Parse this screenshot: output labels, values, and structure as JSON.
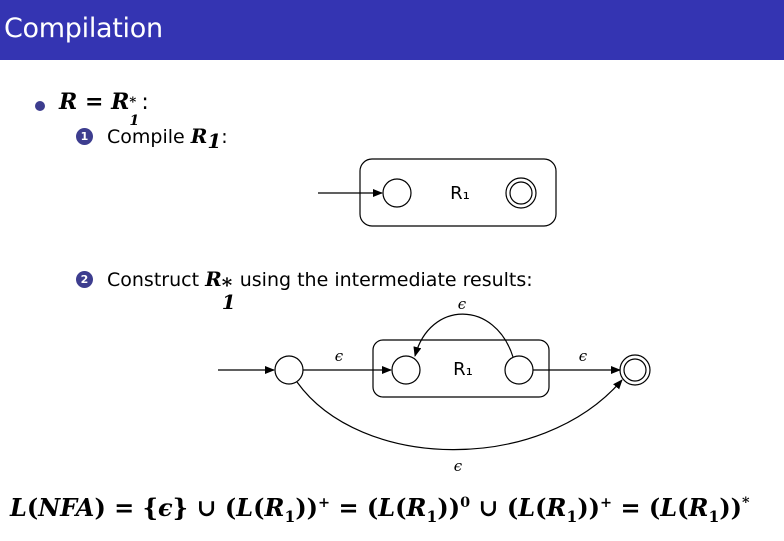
{
  "slide": {
    "title": "Compilation"
  },
  "bullet": {
    "lhs": "R",
    "eq": " = ",
    "rhs_base": "R",
    "rhs_sub": "1",
    "rhs_sup": "*",
    "colon": ":"
  },
  "step1": {
    "number": "1",
    "text": "Compile ",
    "math_base": "R",
    "math_sub": "1",
    "suffix": ":"
  },
  "step2": {
    "number": "2",
    "text": "Construct ",
    "math_base": "R",
    "math_sub": "1",
    "math_sup": "*",
    "suffix": " using the intermediate results:"
  },
  "diagram1": {
    "box_label": "R₁"
  },
  "diagram2": {
    "box_label": "R₁",
    "epsilon_top": "ϵ",
    "epsilon_left": "ϵ",
    "epsilon_right": "ϵ",
    "epsilon_bottom": "ϵ"
  },
  "formula": {
    "text_parts": [
      "L",
      "(",
      "NFA",
      ") = {",
      "ϵ",
      "} ∪ (",
      "L",
      "(",
      "R",
      "1",
      "))",
      "+",
      " = (",
      "L",
      "(",
      "R",
      "1",
      "))",
      "0",
      " ∪ (",
      "L",
      "(",
      "R",
      "1",
      "))",
      "+",
      " = (",
      "L",
      "(",
      "R",
      "1",
      "))",
      "*"
    ]
  },
  "colors": {
    "title_bar": "#3434b2",
    "bullet": "#3d3d8f"
  }
}
